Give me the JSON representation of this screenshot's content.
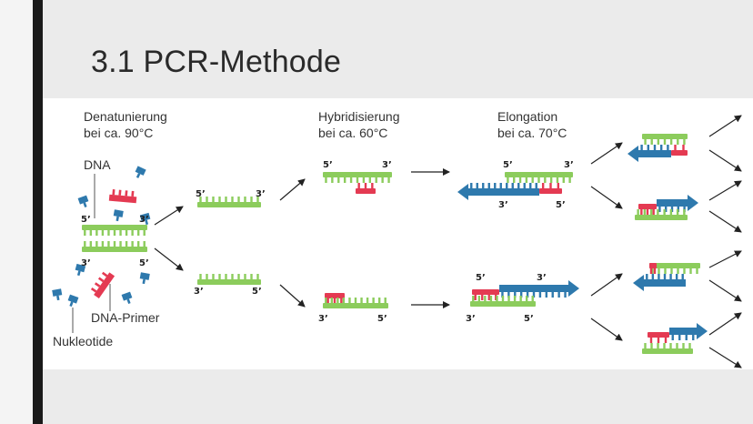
{
  "slide": {
    "title": "3.1 PCR-Methode"
  },
  "diagram": {
    "steps": {
      "denaturation": {
        "line1": "Denatunierung",
        "line2": "bei ca. 90°C"
      },
      "hybridization": {
        "line1": "Hybridisierung",
        "line2": "bei ca. 60°C"
      },
      "elongation": {
        "line1": "Elongation",
        "line2": "bei ca. 70°C"
      }
    },
    "labels": {
      "dna": "DNA",
      "primer": "DNA-Primer",
      "nucleotide": "Nukleotide"
    },
    "ends": {
      "five": "5’",
      "three": "3’"
    },
    "colors": {
      "template": "#8ccc5c",
      "primer": "#e43a52",
      "nucleotide": "#2e79ad",
      "text": "#333333"
    }
  }
}
